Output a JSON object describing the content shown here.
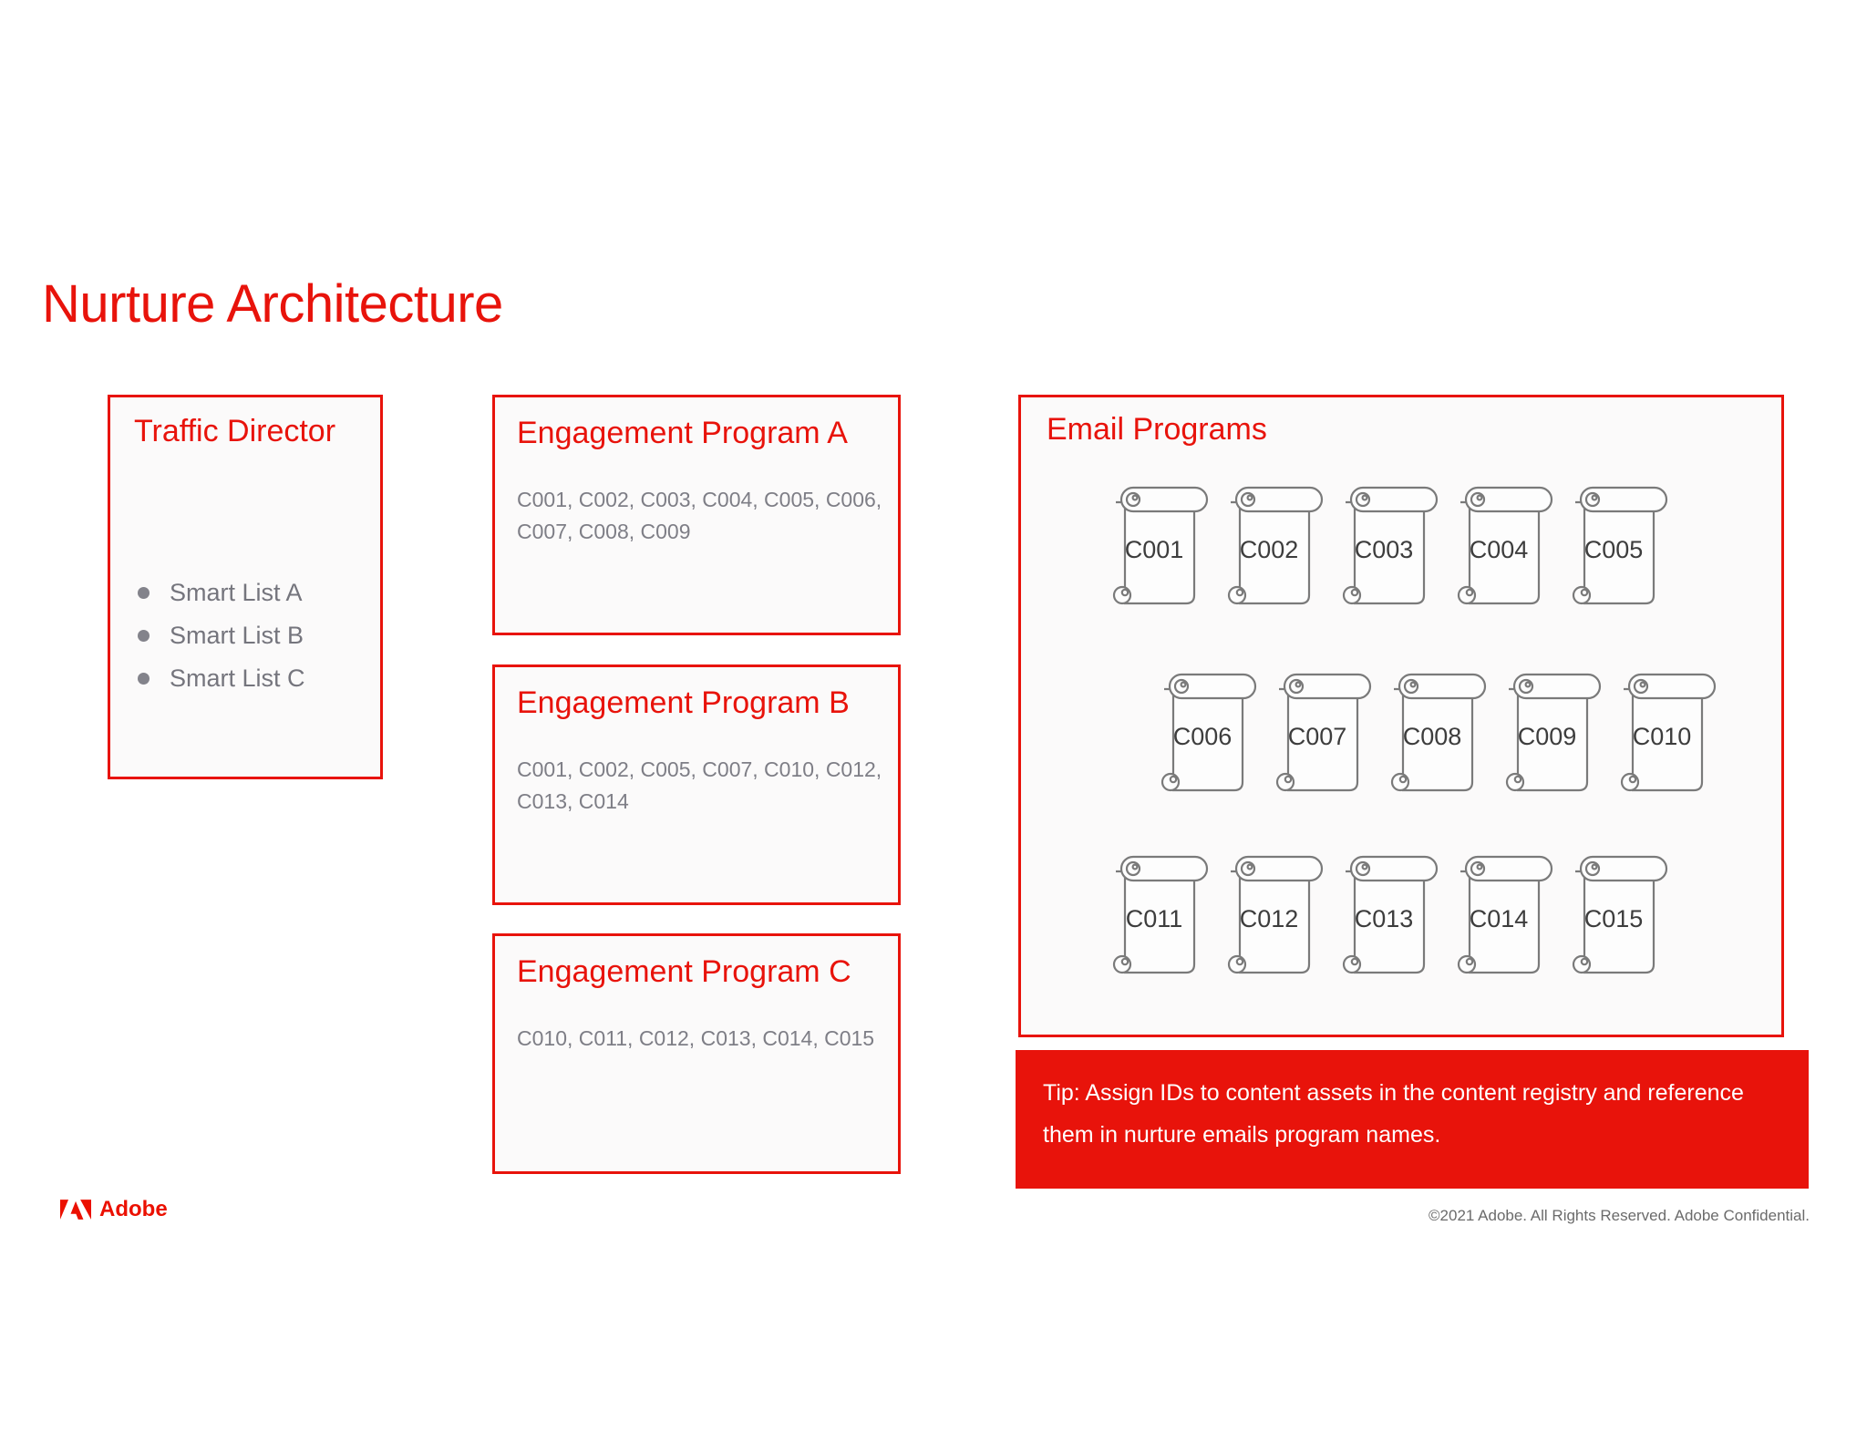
{
  "title": "Nurture Architecture",
  "colors": {
    "accent_red": "#E8130B",
    "box_background": "#FBFAFA",
    "gray_text": "#75757D",
    "codes_gray": "#7E7E86",
    "scroll_outline": "#7A7A7A",
    "scroll_label": "#3D3D3D",
    "footer_gray": "#6B6B6B",
    "adobe_red": "#EB1000"
  },
  "traffic": {
    "title": "Traffic Director",
    "items": [
      "Smart List A",
      "Smart List B",
      "Smart List C"
    ]
  },
  "programs": [
    {
      "title": "Engagement Program A",
      "codes": "C001, C002, C003, C004, C005, C006, C007, C008, C009"
    },
    {
      "title": "Engagement Program B",
      "codes": "C001, C002, C005, C007, C010, C012, C013, C014"
    },
    {
      "title": "Engagement Program C",
      "codes": "C010, C011, C012, C013, C014, C015"
    }
  ],
  "email": {
    "title": "Email Programs",
    "scrolls": [
      "C001",
      "C002",
      "C003",
      "C004",
      "C005",
      "C006",
      "C007",
      "C008",
      "C009",
      "C010",
      "C011",
      "C012",
      "C013",
      "C014",
      "C015"
    ]
  },
  "tip": {
    "text": "Tip: Assign IDs to content assets in the content registry and reference them in nurture emails program names."
  },
  "footer": {
    "brand": "Adobe",
    "copyright": "©2021 Adobe. All Rights Reserved. Adobe Confidential."
  }
}
